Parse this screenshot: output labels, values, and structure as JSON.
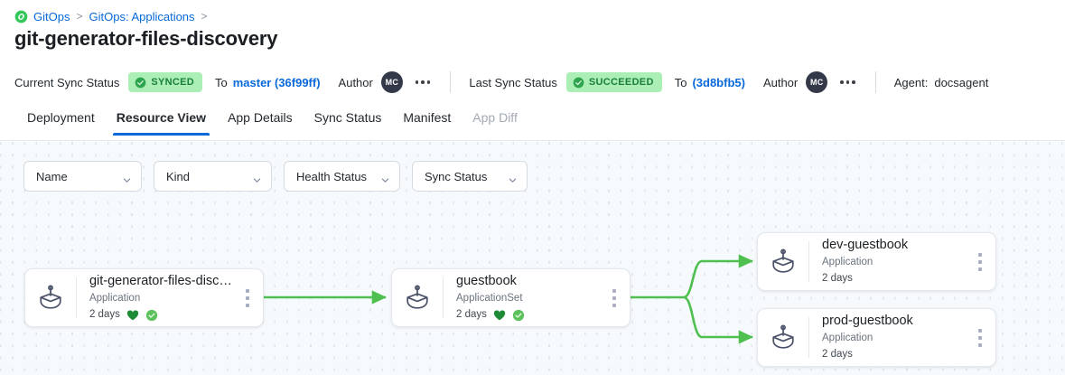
{
  "breadcrumb": {
    "icon": "gitops-circle-link-icon",
    "items": [
      {
        "label": "GitOps",
        "link": true
      },
      {
        "label": "GitOps: Applications",
        "link": true
      }
    ],
    "separator": ">"
  },
  "page_title": "git-generator-files-discovery",
  "status_bar": {
    "current": {
      "label": "Current Sync Status",
      "badge_text": "SYNCED",
      "badge_bg": "#abefb6",
      "badge_fg": "#1a7f37",
      "to_label": "To",
      "revision": "master (36f99ff)",
      "author_label": "Author",
      "author_initials": "MC",
      "menu_icon": "kebab-horizontal-icon"
    },
    "last": {
      "label": "Last Sync Status",
      "badge_text": "SUCCEEDED",
      "badge_bg": "#abefb6",
      "badge_fg": "#1a7f37",
      "to_label": "To",
      "revision": "(3d8bfb5)",
      "author_label": "Author",
      "author_initials": "MC",
      "menu_icon": "kebab-horizontal-icon"
    },
    "agent_label": "Agent:",
    "agent_value": "docsagent",
    "link_color": "#0969da"
  },
  "tabs": [
    {
      "label": "Deployment",
      "active": false,
      "disabled": false
    },
    {
      "label": "Resource View",
      "active": true,
      "disabled": false
    },
    {
      "label": "App Details",
      "active": false,
      "disabled": false
    },
    {
      "label": "Sync Status",
      "active": false,
      "disabled": false
    },
    {
      "label": "Manifest",
      "active": false,
      "disabled": false
    },
    {
      "label": "App Diff",
      "active": false,
      "disabled": true
    }
  ],
  "filters": [
    {
      "label": "Name"
    },
    {
      "label": "Kind"
    },
    {
      "label": "Health Status"
    },
    {
      "label": "Sync Status"
    }
  ],
  "graph": {
    "edge_color": "#4fc04f",
    "nodes": [
      {
        "id": "root",
        "title": "git-generator-files-disco...",
        "kind": "Application",
        "age": "2 days",
        "health": "healthy-heart-icon",
        "sync": "synced-check-icon",
        "icon": "argo-application-icon"
      },
      {
        "id": "guestbook",
        "title": "guestbook",
        "kind": "ApplicationSet",
        "age": "2 days",
        "health": "healthy-heart-icon",
        "sync": "synced-check-icon",
        "icon": "argo-application-icon"
      },
      {
        "id": "dev",
        "title": "dev-guestbook",
        "kind": "Application",
        "age": "2 days",
        "health": null,
        "sync": null,
        "icon": "argo-application-icon"
      },
      {
        "id": "prod",
        "title": "prod-guestbook",
        "kind": "Application",
        "age": "2 days",
        "health": null,
        "sync": null,
        "icon": "argo-application-icon"
      }
    ]
  }
}
